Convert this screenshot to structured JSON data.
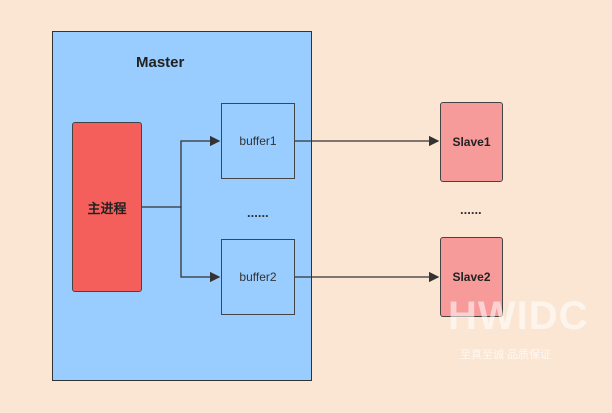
{
  "master": {
    "title": "Master"
  },
  "main_process": {
    "label": "主进程"
  },
  "buffers": [
    {
      "label": "buffer1"
    },
    {
      "label": "buffer2"
    }
  ],
  "slaves": [
    {
      "label": "Slave1"
    },
    {
      "label": "Slave2"
    }
  ],
  "ellipsis": {
    "middle": "......",
    "right": "......"
  },
  "watermark": {
    "brand": "HWIDC",
    "tagline": "至真至诚 品质保证"
  }
}
